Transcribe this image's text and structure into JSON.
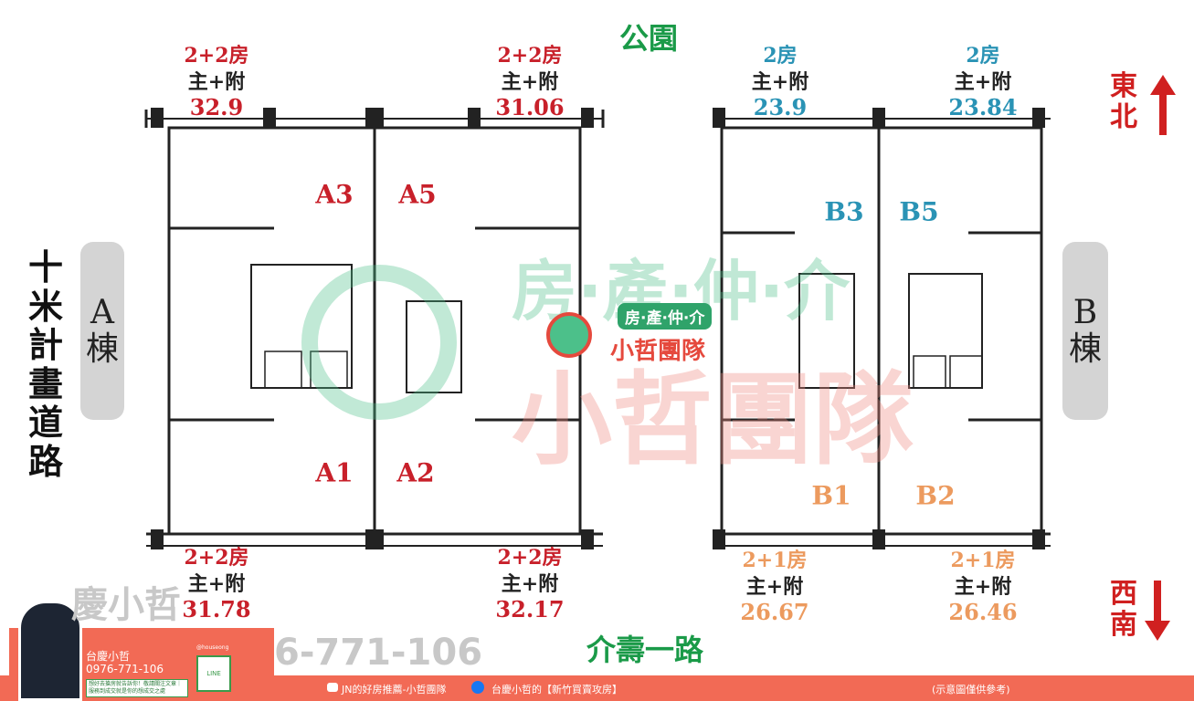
{
  "top_road": "公園",
  "bottom_road": "介壽一路",
  "left_road": [
    "十",
    "米",
    "計",
    "畫",
    "道",
    "路"
  ],
  "building_a": [
    "A",
    "棟"
  ],
  "building_b": [
    "B",
    "棟"
  ],
  "compass_top": [
    "東",
    "北"
  ],
  "compass_bottom": [
    "西",
    "南"
  ],
  "units": [
    {
      "id": "A3",
      "type": "2+2房",
      "label": "主+附",
      "size": "32.9"
    },
    {
      "id": "A5",
      "type": "2+2房",
      "label": "主+附",
      "size": "31.06"
    },
    {
      "id": "B3",
      "type": "2房",
      "label": "主+附",
      "size": "23.9"
    },
    {
      "id": "B5",
      "type": "2房",
      "label": "主+附",
      "size": "23.84"
    },
    {
      "id": "A1",
      "type": "2+2房",
      "label": "主+附",
      "size": "31.78"
    },
    {
      "id": "A2",
      "type": "2+2房",
      "label": "主+附",
      "size": "32.17"
    },
    {
      "id": "B1",
      "type": "2+1房",
      "label": "主+附",
      "size": "26.67"
    },
    {
      "id": "B2",
      "type": "2+1房",
      "label": "主+附",
      "size": "26.46"
    }
  ],
  "watermark": {
    "brand": "房·產·仲·介",
    "team": "小哲團隊",
    "phone_bg": "6-771-106",
    "name_bg": "慶小哲"
  },
  "promo": {
    "name": "台慶小哲",
    "phone": "0976-771-106",
    "note": "想好去搶房就告訴你！敬請關注文章｜服務到成交就是你的想成交之處",
    "qr_label": "LINE",
    "handle": "@houseong"
  },
  "footer": {
    "youtube": "JN的好房推薦-小哲團隊",
    "facebook": "台慶小哲的【新竹買賣攻房】",
    "disclaimer": "(示意圖僅供參考)"
  },
  "colors": {
    "red": "#c8202a",
    "blue": "#2a93b5",
    "orange": "#ec9a5e",
    "green": "#1a9a48",
    "footer": "#f26a55"
  }
}
